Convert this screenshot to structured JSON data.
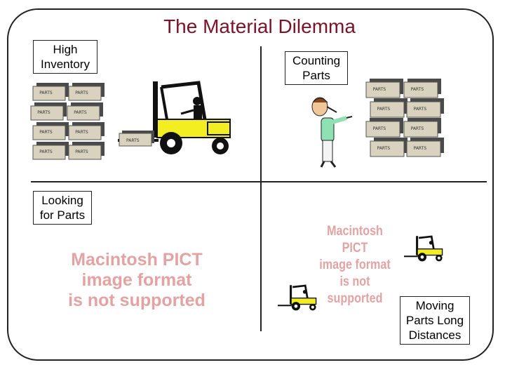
{
  "title": "The Material Dilemma",
  "quadrants": {
    "high_inventory": "High\nInventory",
    "counting_parts": "Counting\nParts",
    "looking_for_parts": "Looking\nfor Parts",
    "moving_parts": "Moving\nParts Long\nDistances"
  },
  "box_label": "PARTS",
  "placeholder_text": {
    "left": "Macintosh PICT\nimage format\nis not supported",
    "right": "Macintosh PICT\nimage format\nis not supported"
  },
  "colors": {
    "title": "#7a1428",
    "box_face": "#d8d2be",
    "box_side": "#4a4a4a",
    "forklift_body": "#f2ee22",
    "pict_text": "#e3a3a3"
  },
  "icons": [
    "forklift-icon",
    "parts-box-icon",
    "person-pointing-icon"
  ]
}
